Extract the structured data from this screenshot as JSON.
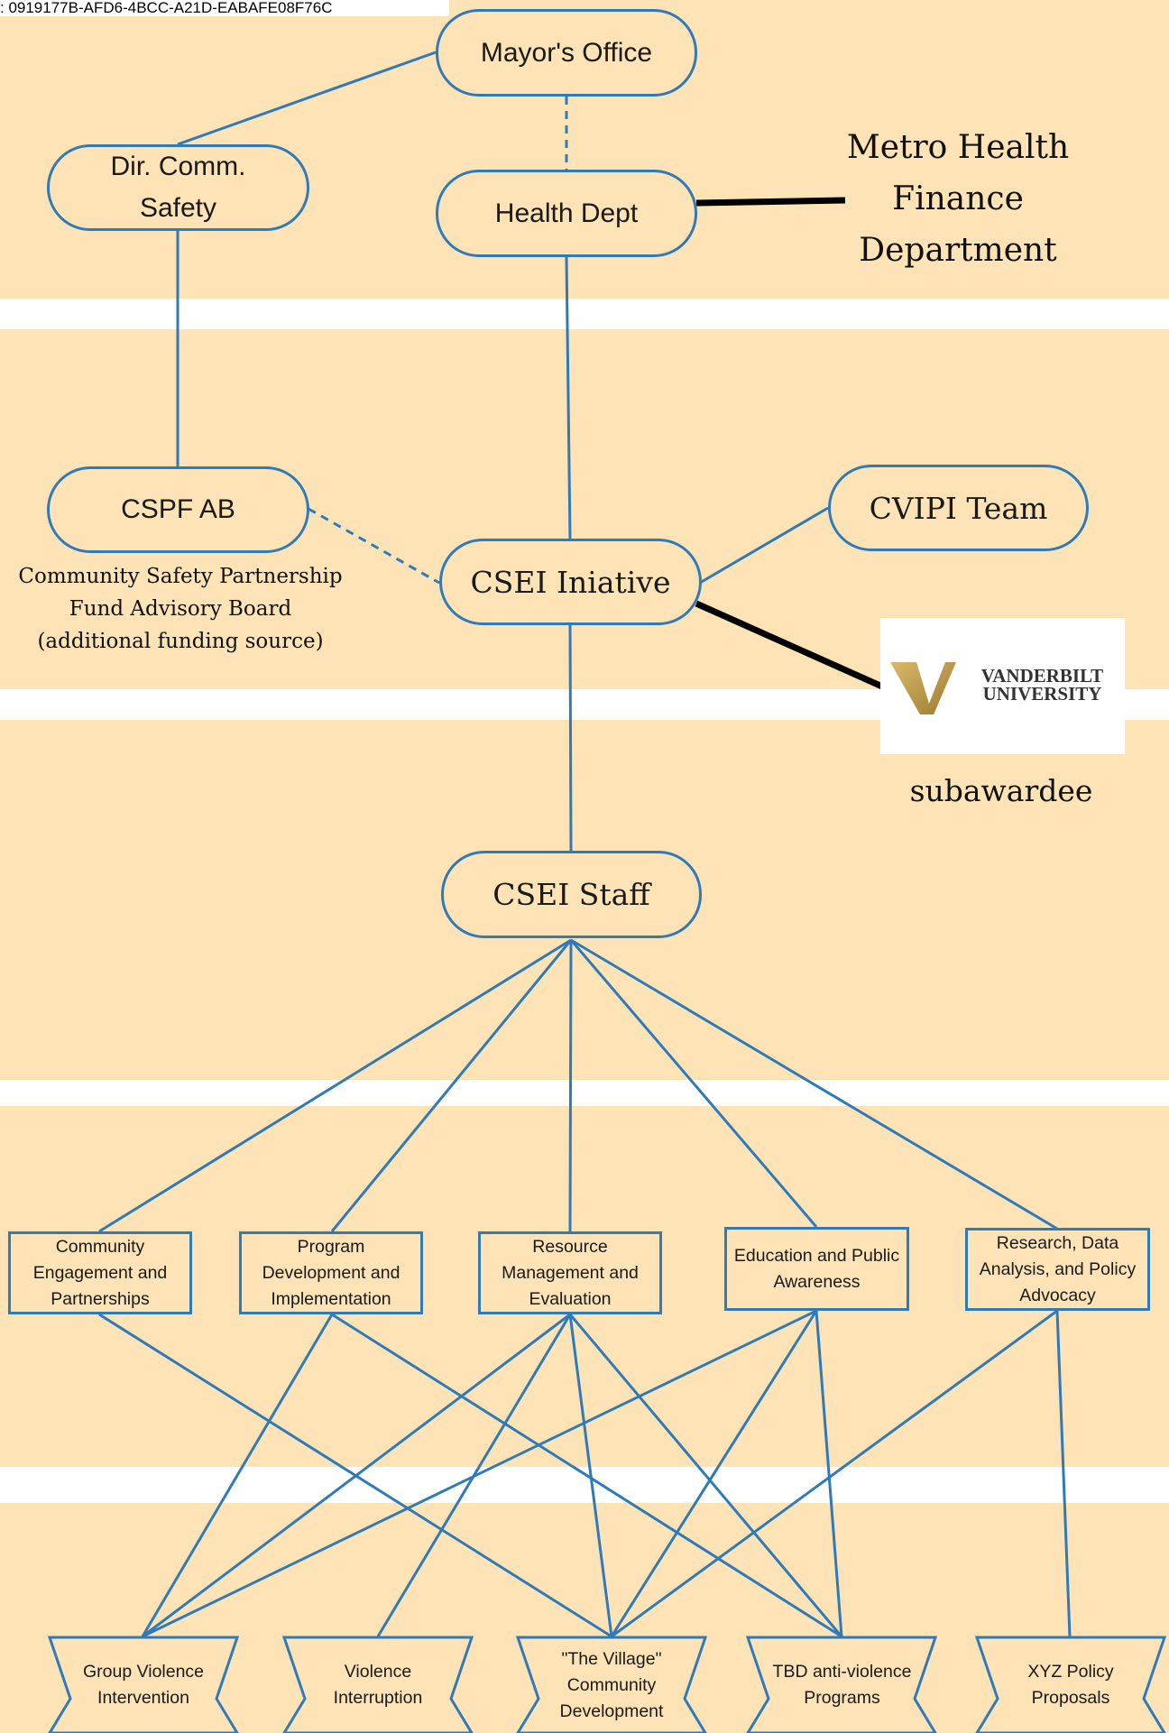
{
  "id_strip": ": 0919177B-AFD6-4BCC-A21D-EABAFE08F76C",
  "colors": {
    "band": "#fde3b5",
    "node_border": "#2f7ab9",
    "strong_edge": "#000000",
    "logo_gold": "#b8903a"
  },
  "nodes": {
    "mayor": "Mayor's Office",
    "dir_comm": "Dir. Comm.\nSafety",
    "health": "Health Dept",
    "metro_finance": "Metro Health\nFinance\nDepartment",
    "cspf": "CSPF AB",
    "cspf_caption": "Community Safety Partnership\nFund Advisory Board\n(additional funding source)",
    "cvipi": "CVIPI Team",
    "csei_initiative": "CSEI Iniative",
    "vanderbilt_logo_text": "VANDERBILT\nUNIVERSITY",
    "subawardee": "subawardee",
    "csei_staff": "CSEI Staff"
  },
  "functions": [
    "Community\nEngagement and\nPartnerships",
    "Program\nDevelopment and\nImplementation",
    "Resource\nManagement and\nEvaluation",
    "Education and Public\nAwareness",
    "Research, Data\nAnalysis, and Policy\nAdvocacy"
  ],
  "programs": [
    "Group Violence\nIntervention",
    "Violence\nInterruption",
    "\"The Village\"\nCommunity\nDevelopment",
    "TBD anti-violence\nPrograms",
    "XYZ Policy\nProposals"
  ]
}
